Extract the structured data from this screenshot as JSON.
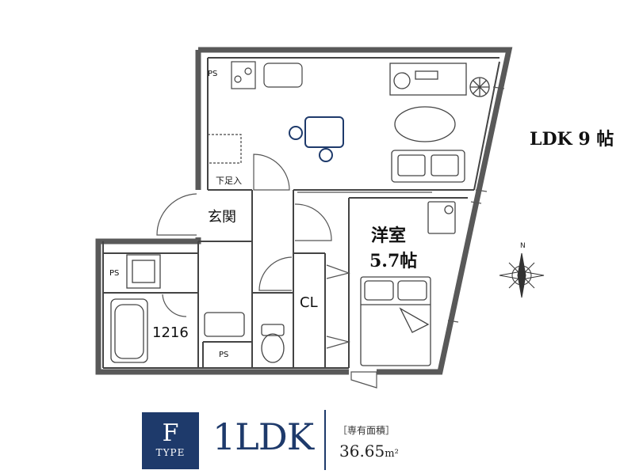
{
  "rooms": {
    "ldk_label": "LDK 9 帖",
    "western_room_name": "洋室",
    "western_room_size": "5.7帖",
    "entrance": "玄関",
    "shoe_box": "下足入",
    "closet": "CL",
    "bath": "1216",
    "ps_top": "PS",
    "ps_left": "PS",
    "ps_bottom": "PS"
  },
  "compass": {
    "north": "N"
  },
  "footer": {
    "type_letter": "F",
    "type_word": "TYPE",
    "layout": "1LDK",
    "area_label": "［専有面積］",
    "area_value": "36.65",
    "area_unit": "m²"
  },
  "colors": {
    "wall": "#595959",
    "line": "#333333",
    "type_box": "#1e3a6b",
    "accent": "#1e3a6b"
  }
}
